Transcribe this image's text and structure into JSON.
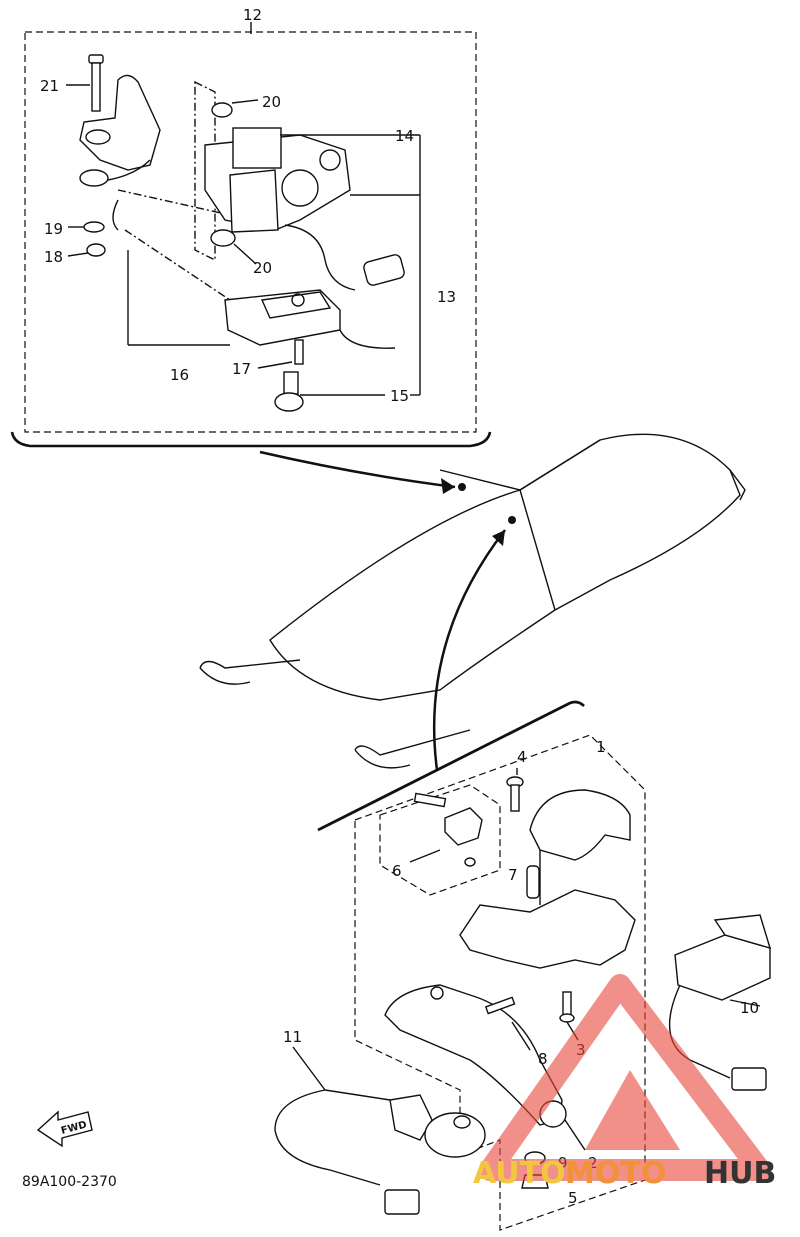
{
  "diagram_code": "89A100-2370",
  "fwd_label": "FWD",
  "callouts": {
    "c1": "1",
    "c2": "2",
    "c3": "3",
    "c4": "4",
    "c5": "5",
    "c6": "6",
    "c7": "7",
    "c8": "8",
    "c9": "9",
    "c10": "10",
    "c11": "11",
    "c12": "12",
    "c13": "13",
    "c14": "14",
    "c15": "15",
    "c16": "16",
    "c17": "17",
    "c18": "18",
    "c19": "19",
    "c20a": "20",
    "c20b": "20",
    "c21": "21"
  },
  "watermark": {
    "part1": "AUTO",
    "part2": "MOTO",
    "part3": "HUB",
    "triangle_color": "#e8463c"
  }
}
